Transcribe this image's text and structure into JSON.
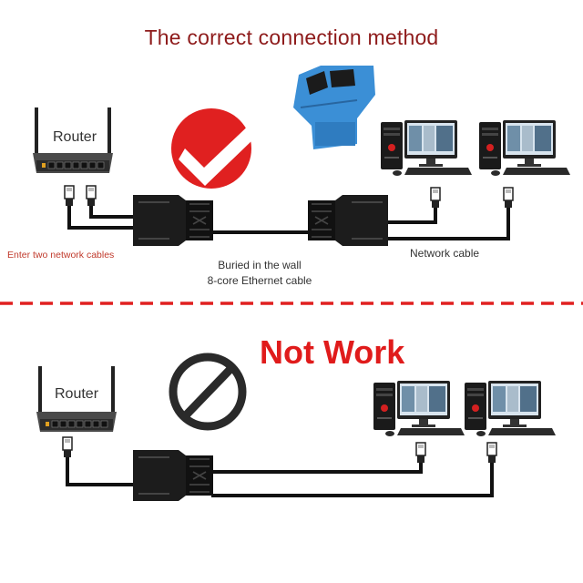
{
  "title": "The correct connection method",
  "correct_section": {
    "router_label": "Router",
    "enter_cables_label": "Enter two network cables",
    "buried_label_line1": "Buried in the wall",
    "buried_label_line2": "8-core Ethernet cable",
    "network_cable_label": "Network cable",
    "status_icon": "checkmark-icon"
  },
  "wrong_section": {
    "router_label": "Router",
    "status_text": "Not Work",
    "status_icon": "prohibited-icon"
  },
  "colors": {
    "title": "#8e1b1b",
    "divider": "#e02020",
    "check_bg": "#e02020",
    "not_work": "#e01b1b",
    "adapter_blue": "#3b8fd6"
  }
}
